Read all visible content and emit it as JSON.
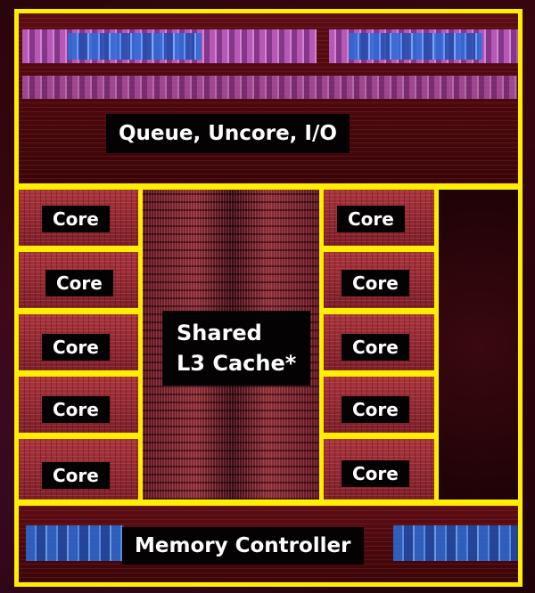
{
  "diagram": {
    "uncore_label": "Queue, Uncore, I/O",
    "cache_label": "Shared\nL3 Cache*",
    "memory_label": "Memory Controller",
    "core_label": "Core",
    "cores_left": [
      "Core",
      "Core",
      "Core",
      "Core",
      "Core"
    ],
    "cores_right": [
      "Core",
      "Core",
      "Core",
      "Core",
      "Core"
    ],
    "colors": {
      "outline": "#ffee00",
      "label_background": "#050203",
      "label_text": "#ffffff",
      "die_base": "#3d0710",
      "core_fill": "#a8353e",
      "io_blue": "#2a6dd8",
      "io_magenta": "#c060c8"
    }
  }
}
